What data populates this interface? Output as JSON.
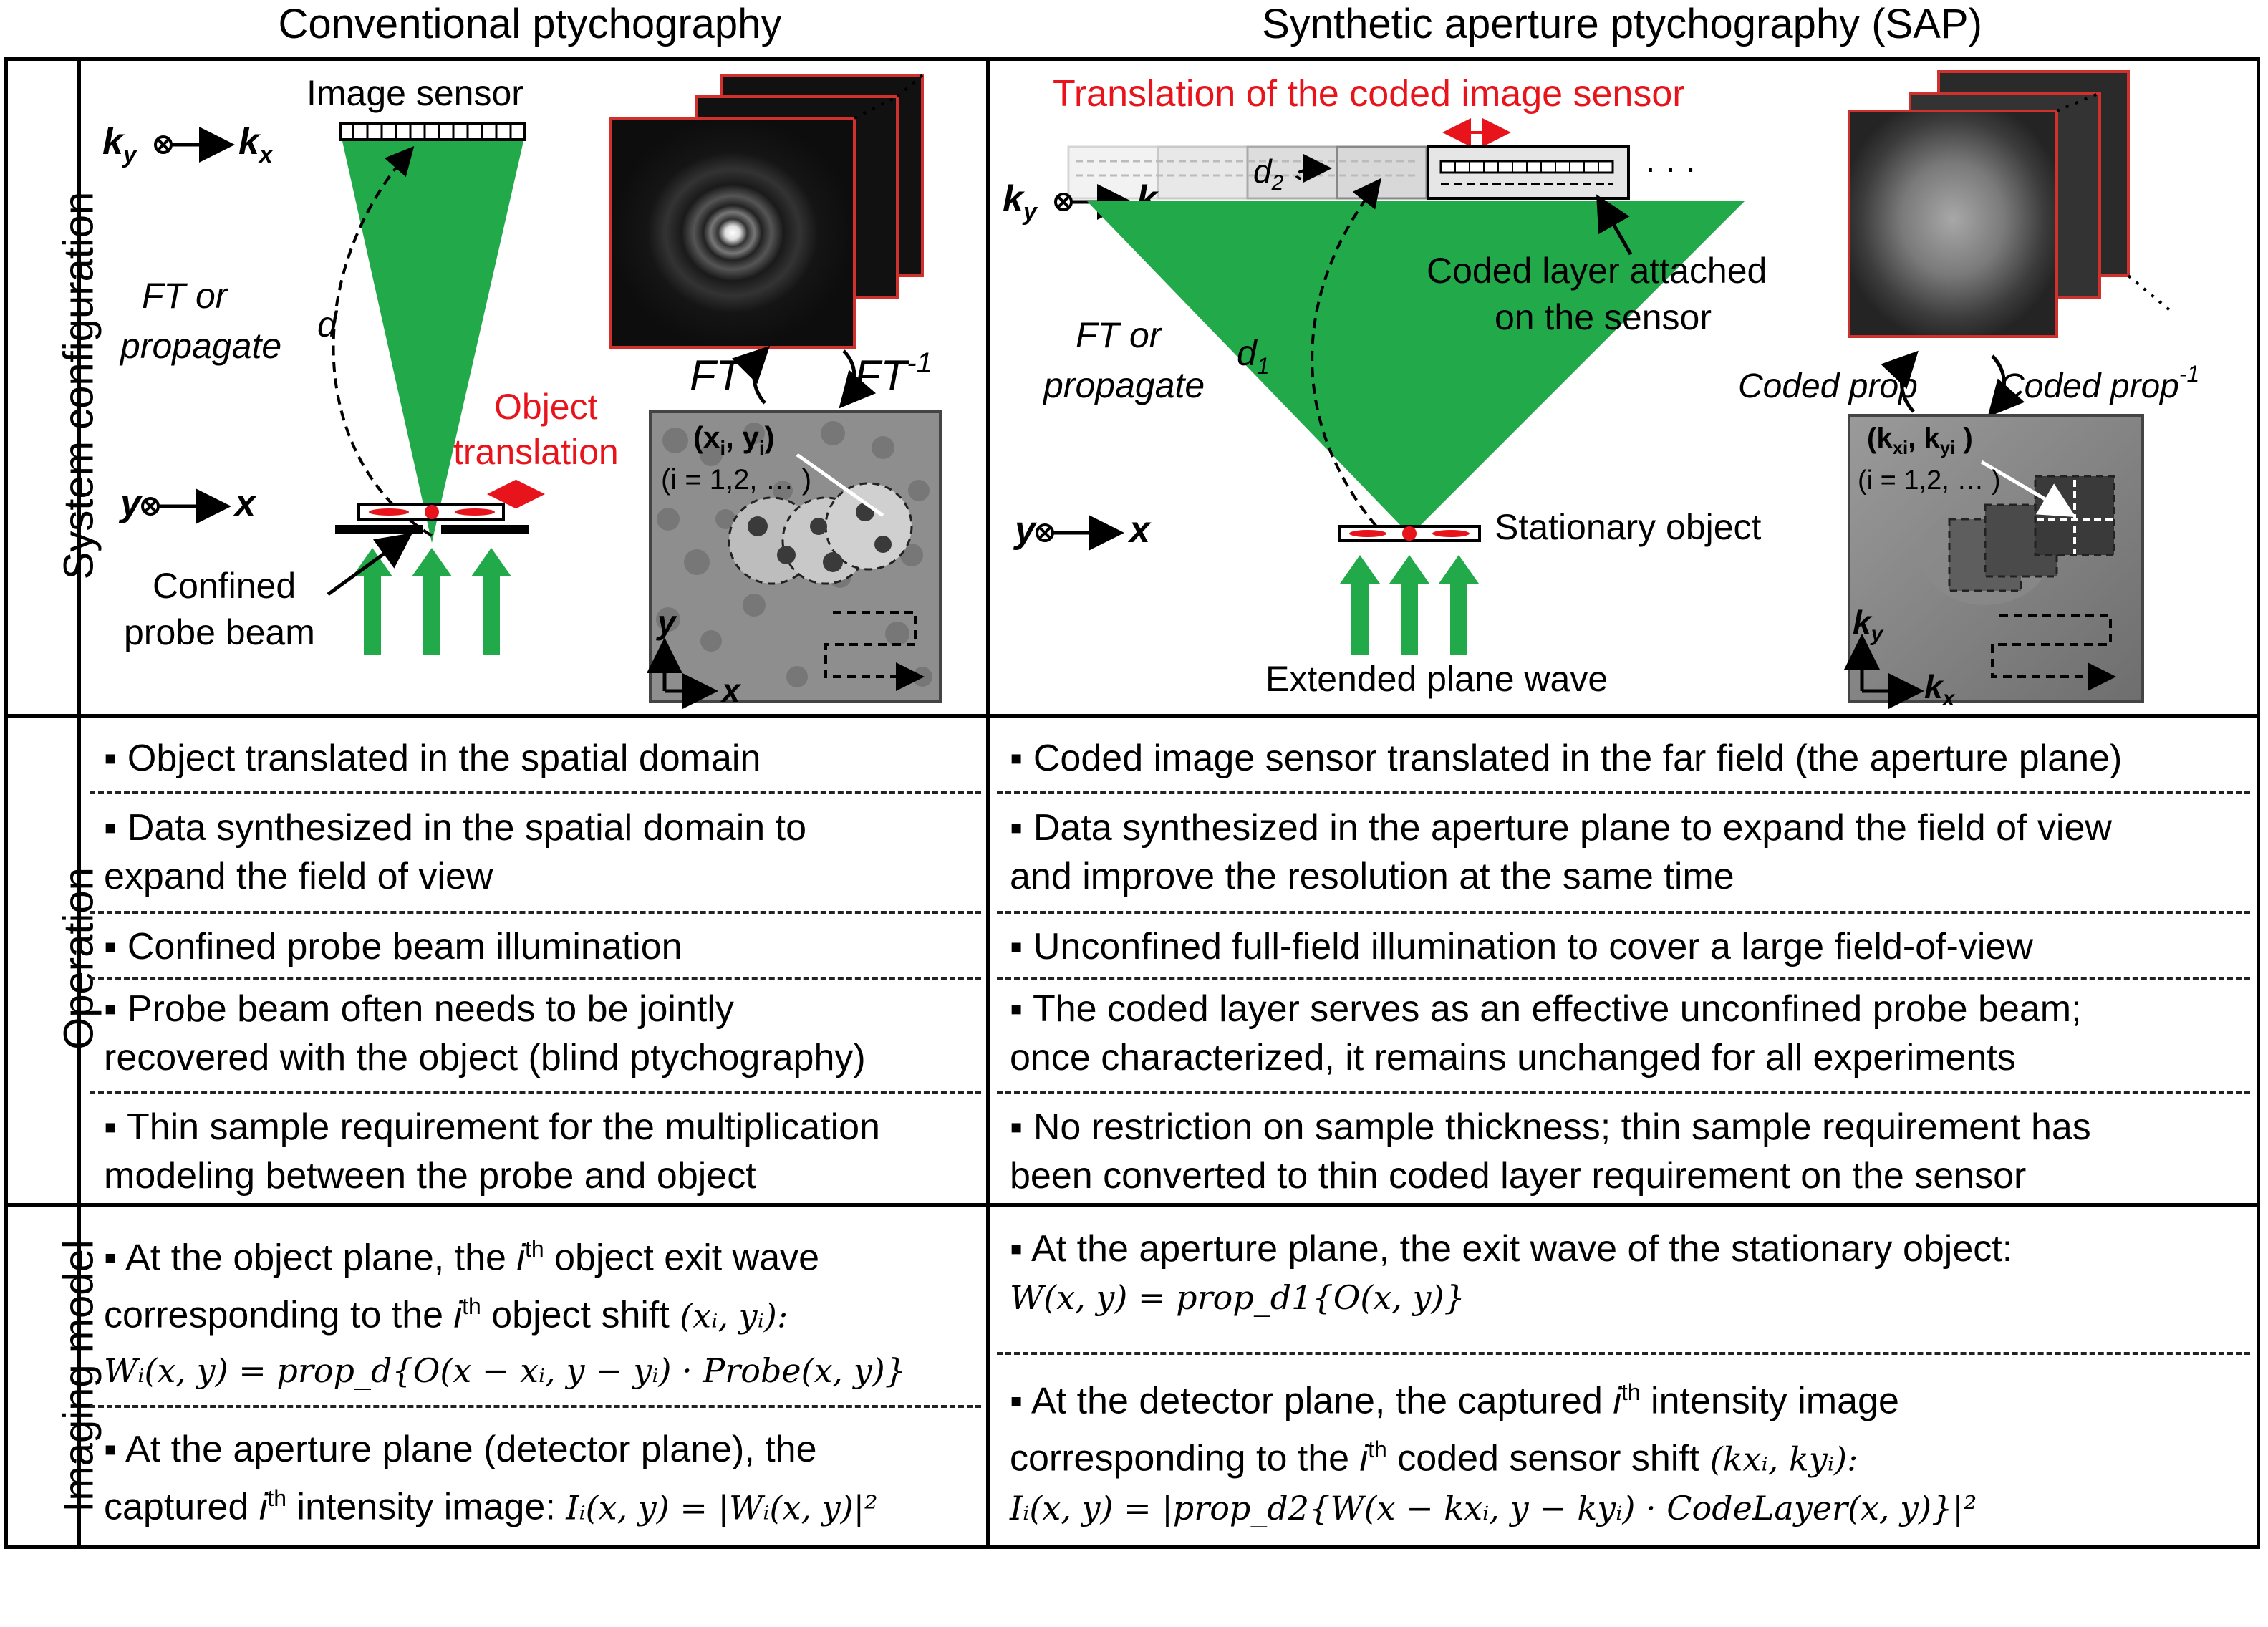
{
  "headers": {
    "left": "Conventional ptychography",
    "right": "Synthetic aperture ptychography (SAP)"
  },
  "row_labels": {
    "system": "System configuration",
    "operation": "Operation",
    "imaging": "Imaging model"
  },
  "conventional_diagram": {
    "image_sensor": "Image sensor",
    "ky": "k",
    "ky_sub": "y",
    "kx": "k",
    "kx_sub": "x",
    "ft_or": "FT or",
    "propagate": "propagate",
    "d": "d",
    "object": "Object",
    "translation": "translation",
    "y_axis": "y",
    "x_axis": "x",
    "confined": "Confined",
    "probe_beam": "probe beam",
    "ft": "FT",
    "ft_inv": "FT",
    "ft_inv_sup": "-1",
    "coord": "(x",
    "coord_sub": "i",
    "coord_mid": ", y",
    "coord_end": ")",
    "index": "(i = 1,2, … )",
    "panel_y": "y",
    "panel_x": "x"
  },
  "sap_diagram": {
    "translation_label": "Translation of the coded image sensor",
    "d2": "d",
    "d2_sub": "2",
    "ellipsis": "· · ·",
    "ky": "k",
    "ky_sub": "y",
    "kx": "k",
    "kx_sub": "x",
    "coded_layer_1": "Coded layer attached",
    "coded_layer_2": "on the sensor",
    "ft_or": "FT or",
    "propagate": "propagate",
    "d1": "d",
    "d1_sub": "1",
    "y_axis": "y",
    "x_axis": "x",
    "stationary": "Stationary object",
    "extended": "Extended plane wave",
    "coded_prop": "Coded prop",
    "coded_prop_inv": "Coded prop",
    "coded_prop_inv_sup": "-1",
    "coord": "(k",
    "coord_sub1": "xi",
    "coord_mid": ", k",
    "coord_sub2": "yi",
    "coord_end": " )",
    "index": "(i = 1,2, … )",
    "panel_ky": "k",
    "panel_ky_sub": "y",
    "panel_kx": "k",
    "panel_kx_sub": "x"
  },
  "operation": {
    "left": [
      [
        "▪ Object translated in the spatial domain"
      ],
      [
        "▪ Data synthesized in the spatial domain to",
        "expand the field of view"
      ],
      [
        "▪ Confined probe beam illumination"
      ],
      [
        "▪ Probe beam often needs to be jointly",
        "recovered with the object (blind ptychography)"
      ],
      [
        "▪ Thin sample requirement for the multiplication",
        "modeling between the probe and object"
      ]
    ],
    "right": [
      [
        "▪ Coded image sensor translated in the far field (the aperture plane)"
      ],
      [
        "▪ Data synthesized in the aperture plane to expand the field of view",
        "and improve the resolution at the same time"
      ],
      [
        "▪ Unconfined full-field illumination to cover a large field-of-view"
      ],
      [
        "▪ The coded layer serves as an effective unconfined probe beam;",
        "once characterized, it remains unchanged for all experiments"
      ],
      [
        "▪ No restriction on sample thickness; thin sample requirement has",
        "been converted to thin coded layer requirement on the sensor"
      ]
    ]
  },
  "imaging": {
    "left1_a": "▪ At the object plane, the ",
    "left1_i": "i",
    "left1_th": "th",
    "left1_b": " object exit wave",
    "left2_a": "corresponding to the ",
    "left2_i": "i",
    "left2_th": "th",
    "left2_b": " object shift ",
    "left2_math": "(xᵢ, yᵢ):",
    "left3_math": "Wᵢ(x, y) = prop_d{O(x − xᵢ, y − yᵢ) · Probe(x, y)}",
    "left4": "▪ At the aperture plane (detector plane), the",
    "left5_a": "captured ",
    "left5_i": "i",
    "left5_th": "th",
    "left5_b": " intensity image: ",
    "left5_math": "Iᵢ(x, y) = |Wᵢ(x, y)|²",
    "right1": "▪ At the aperture plane, the exit wave of the stationary object:",
    "right2_math": "W(x, y) = prop_d1{O(x, y)}",
    "right3_a": "▪ At the detector plane, the captured ",
    "right3_i": "i",
    "right3_th": "th",
    "right3_b": " intensity image",
    "right4_a": "corresponding to the ",
    "right4_i": "i",
    "right4_th": "th",
    "right4_b": " coded sensor shift ",
    "right4_math": "(kxᵢ, kyᵢ):",
    "right5_math": "Iᵢ(x, y) = |prop_d2{W(x − kxᵢ, y − kyᵢ) · CodeLayer(x, y)}|²"
  },
  "colors": {
    "green": "#22a94a",
    "red": "#e8141b",
    "panel_border": "#d0312d"
  }
}
